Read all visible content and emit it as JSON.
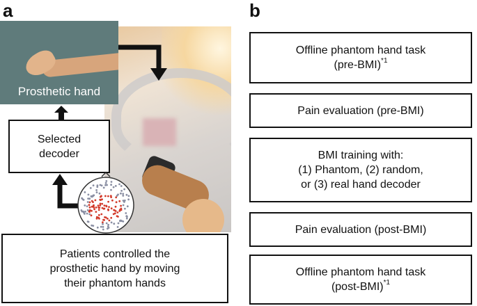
{
  "panels": {
    "a": "a",
    "b": "b"
  },
  "panel_a": {
    "prosthetic_label": "Prosthetic hand",
    "decoder_box": "Selected\ndecoder",
    "patients_box": "Patients controlled the\nprosthetic hand by moving\ntheir phantom hands"
  },
  "panel_b": {
    "steps": [
      {
        "text": "Offline phantom hand task\n(pre-BMI)",
        "sup": "*1"
      },
      {
        "text": "Pain evaluation (pre-BMI)",
        "sup": ""
      },
      {
        "text": "BMI training with:\n(1) Phantom, (2) random,\nor (3) real hand decoder",
        "sup": ""
      },
      {
        "text": "Pain evaluation (post-BMI)",
        "sup": ""
      },
      {
        "text": "Offline phantom hand task\n(post-BMI)",
        "sup": "*1"
      }
    ]
  },
  "colors": {
    "prosthetic_bg": "#5f7b7b",
    "electrode_red": "#d23a2a",
    "electrode_gray": "#8a8fa3"
  }
}
